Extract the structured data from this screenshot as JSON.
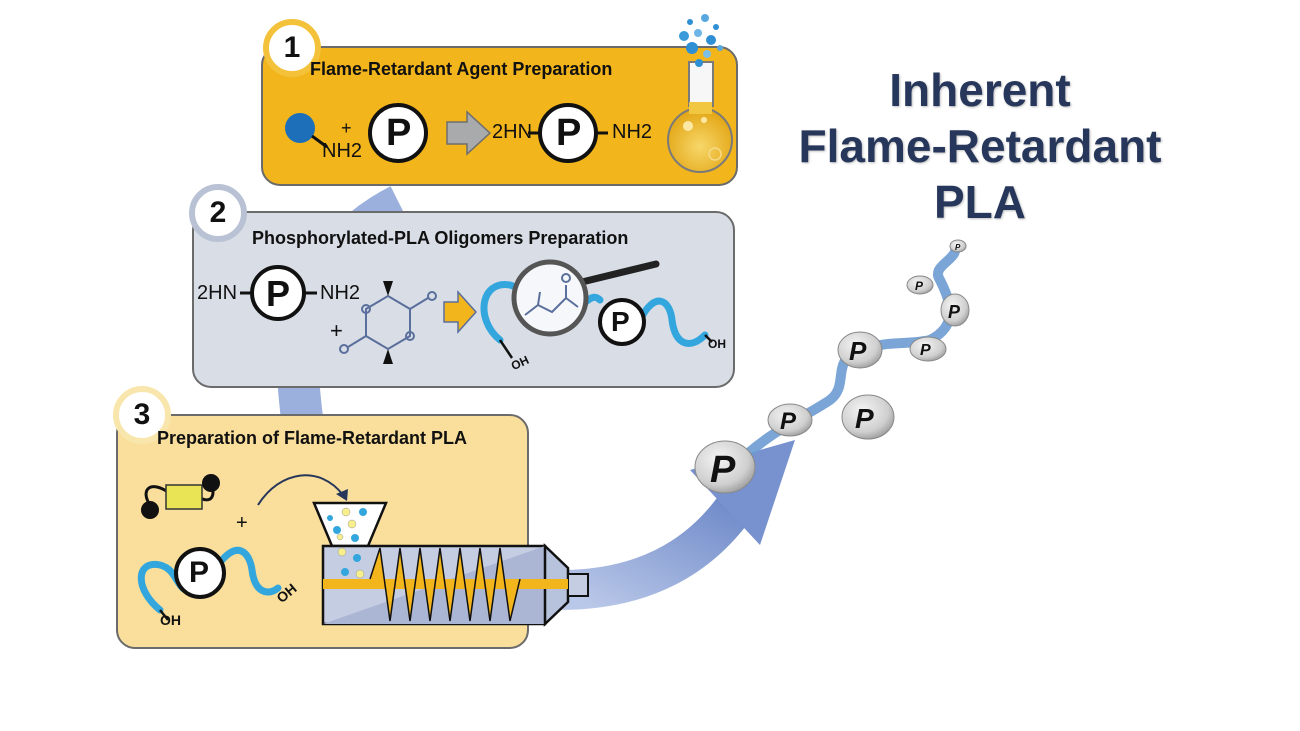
{
  "title": {
    "line1": "Inherent",
    "line2": "Flame-Retardant",
    "line3": "PLA"
  },
  "steps": [
    {
      "number": "1",
      "title": "Flame-Retardant Agent Preparation"
    },
    {
      "number": "2",
      "title": "Phosphorylated-PLA Oligomers Preparation"
    },
    {
      "number": "3",
      "title": "Preparation of Flame-Retardant PLA"
    }
  ],
  "chem": {
    "p": "P",
    "plus": "+",
    "nh2": "NH2",
    "h2n": "2HN",
    "oh": "OH"
  },
  "colors": {
    "step1_fill": "#f2b51c",
    "step2_fill": "#d8dde6",
    "step3_fill": "#f9df9b",
    "arrow": "#7e98cf",
    "title": "#27375b",
    "chain": "#33a6dd"
  }
}
